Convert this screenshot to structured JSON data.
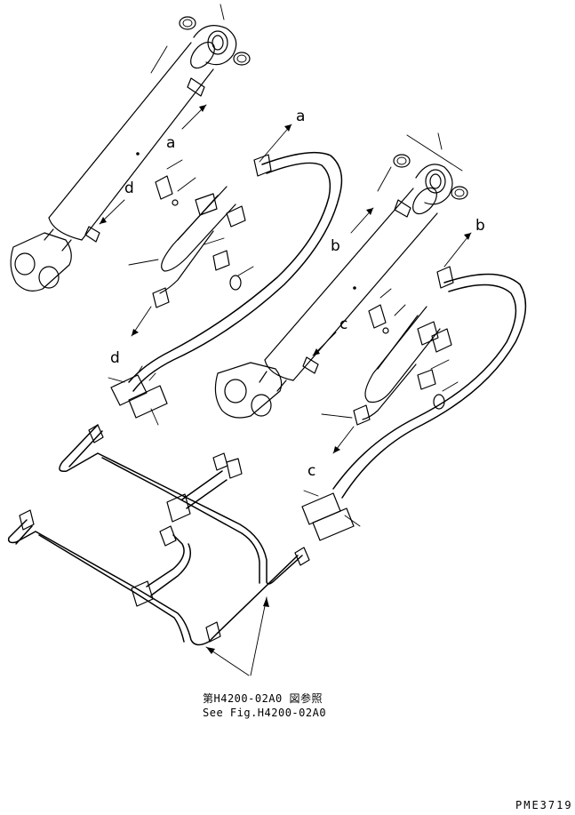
{
  "callouts": {
    "a_upper": "a",
    "a_side": "a",
    "b_upper": "b",
    "b_side": "b",
    "c_upper": "c",
    "c_lower": "c",
    "d_upper": "d",
    "d_lower": "d"
  },
  "reference": {
    "jp": "第H4200-02A0 図参照",
    "en": "See Fig.H4200-02A0"
  },
  "drawing_code": "PME3719"
}
